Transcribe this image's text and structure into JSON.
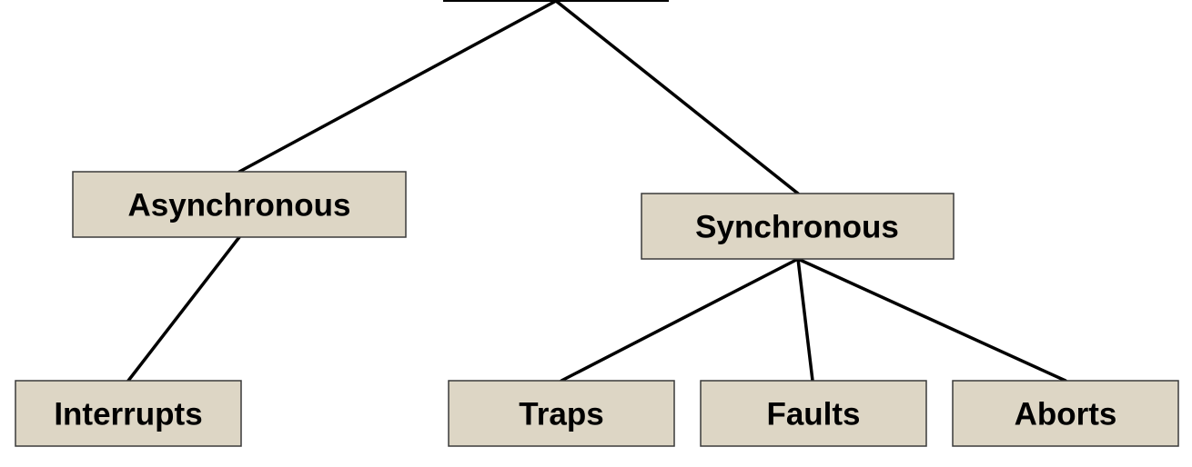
{
  "colors": {
    "box_fill": "#ddd6c5",
    "box_stroke": "#3a3a3a",
    "edge": "#000000"
  },
  "nodes": {
    "asynchronous": "Asynchronous",
    "synchronous": "Synchronous",
    "interrupts": "Interrupts",
    "traps": "Traps",
    "faults": "Faults",
    "aborts": "Aborts"
  }
}
